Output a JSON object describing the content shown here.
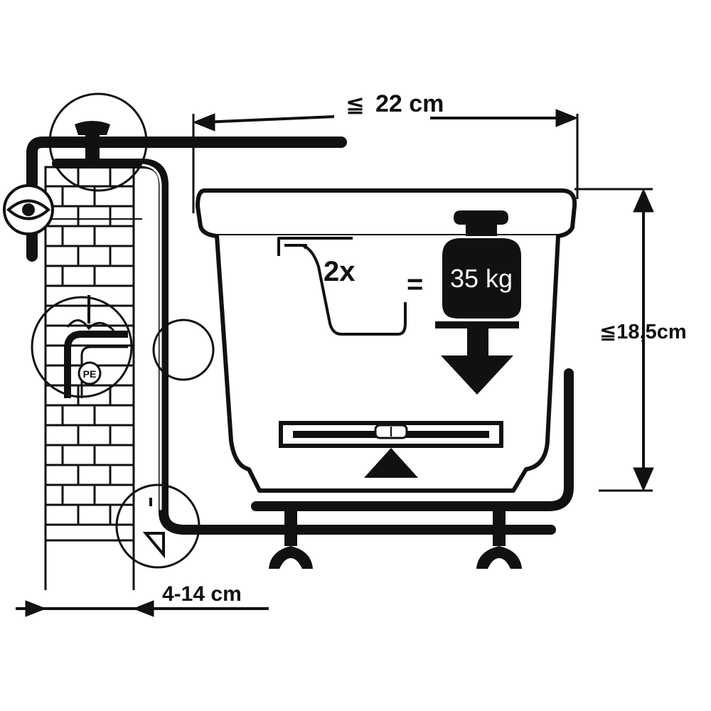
{
  "labels": {
    "width_symbol": "≦",
    "width": "22 cm",
    "height": "≦18,5cm",
    "wall_gap": "4-14 cm",
    "multiplier": "2x",
    "equals": "=",
    "load": "35 kg",
    "material": "PE"
  },
  "colors": {
    "ink": "#111111",
    "paper": "#ffffff"
  }
}
